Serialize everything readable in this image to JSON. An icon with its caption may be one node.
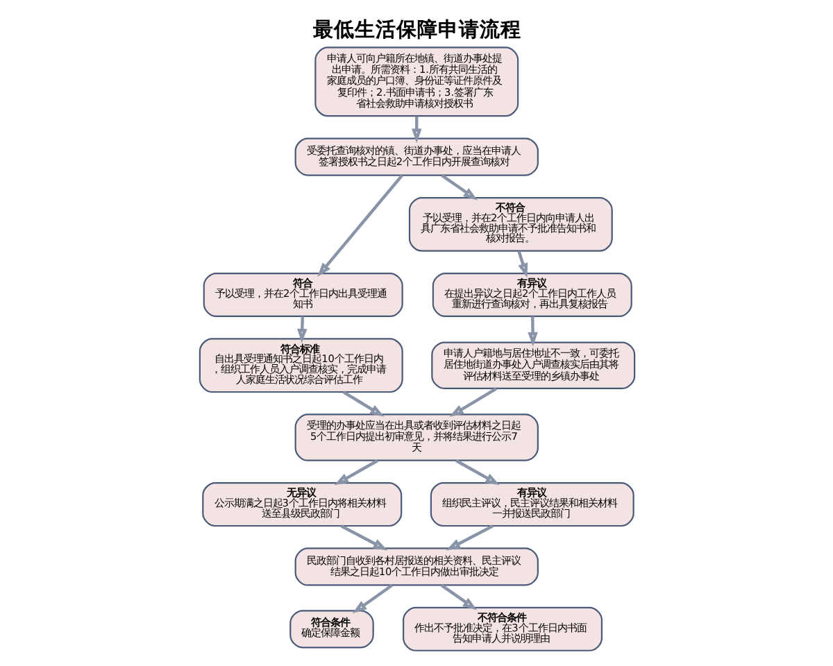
{
  "diagram": {
    "title": "最低生活保障申请流程",
    "nodes": [
      {
        "text": [
          "申请人可向户籍所在地镇、街道办事处提出申请。所需资料：1.所有共同生活的家庭成员的户口簿、身份证等证件原件及复印件；2.书面申请书；3.签署广东省社会救助申请核对授权书"
        ]
      },
      {
        "text": [
          "受委托查询核对的镇、街道办事处，应当在申请人签署授权书之日起2个工作日内开展查询核对"
        ]
      },
      {
        "text": [
          "符合",
          "予以受理，并在2个工作日内出具受理通知书"
        ]
      },
      {
        "text": [
          "不符合",
          "予以受理，并在2个工作日内向申请人出具广东省社会救助申请不予批准告知书和核对报告。"
        ]
      },
      {
        "text": [
          "有异议",
          "在提出异议之日起2个工作日内工作人员重新进行查询核对，再出具复核报告"
        ]
      },
      {
        "text": [
          "符合标准",
          "自出具受理通知书之日起10个工作日内，组织工作人员入户调查核实，完成申请人家庭生活状况综合评估工作"
        ]
      },
      {
        "text": [
          "申请人户籍地与居住地址不一致，可委托居住地街道办事处入户调查核实后由其将评估材料送至受理的乡镇办事处"
        ]
      },
      {
        "text": [
          "受理的办事处应当在出具或者收到评估材料之日起5个工作日内提出初审意见，并将结果进行公示7天"
        ]
      },
      {
        "text": [
          "无异议",
          "公示期满之日起3个工作日内将相关材料送至县级民政部门"
        ]
      },
      {
        "text": [
          "有异议",
          "组织民主评议，民主评议结果和相关材料一并报送民政部门"
        ]
      },
      {
        "text": [
          "民政部门自收到各村居报送的相关资料、民主评议结果之日起10个工作日内做出审批决定"
        ]
      },
      {
        "text": [
          "符合条件",
          "确定保障金额"
        ]
      },
      {
        "text": [
          "不符合条件",
          "作出不予批准决定，在3个工作日内书面告知申请人并说明理由"
        ]
      }
    ],
    "edges": [
      {
        "from": 0,
        "to": 1,
        "arrow": "to"
      },
      {
        "from": 1,
        "to": 2,
        "arrow": "to"
      },
      {
        "from": 1,
        "to": 3,
        "arrow": "to"
      },
      {
        "from": 3,
        "to": 4,
        "arrow": "to"
      },
      {
        "from": 2,
        "to": 5,
        "arrow": "to"
      },
      {
        "from": 4,
        "to": 6,
        "arrow": "to"
      },
      {
        "from": 5,
        "to": 7,
        "arrow": "to"
      },
      {
        "from": 6,
        "to": 7,
        "arrow": "to"
      },
      {
        "from": 7,
        "to": 8,
        "arrow": "to"
      },
      {
        "from": 7,
        "to": 9,
        "arrow": "to"
      },
      {
        "from": 8,
        "to": 10,
        "arrow": "to"
      },
      {
        "from": 9,
        "to": 10,
        "arrow": "to"
      },
      {
        "from": 10,
        "to": 11,
        "arrow": "to"
      },
      {
        "from": 10,
        "to": 12,
        "arrow": "to"
      }
    ]
  }
}
